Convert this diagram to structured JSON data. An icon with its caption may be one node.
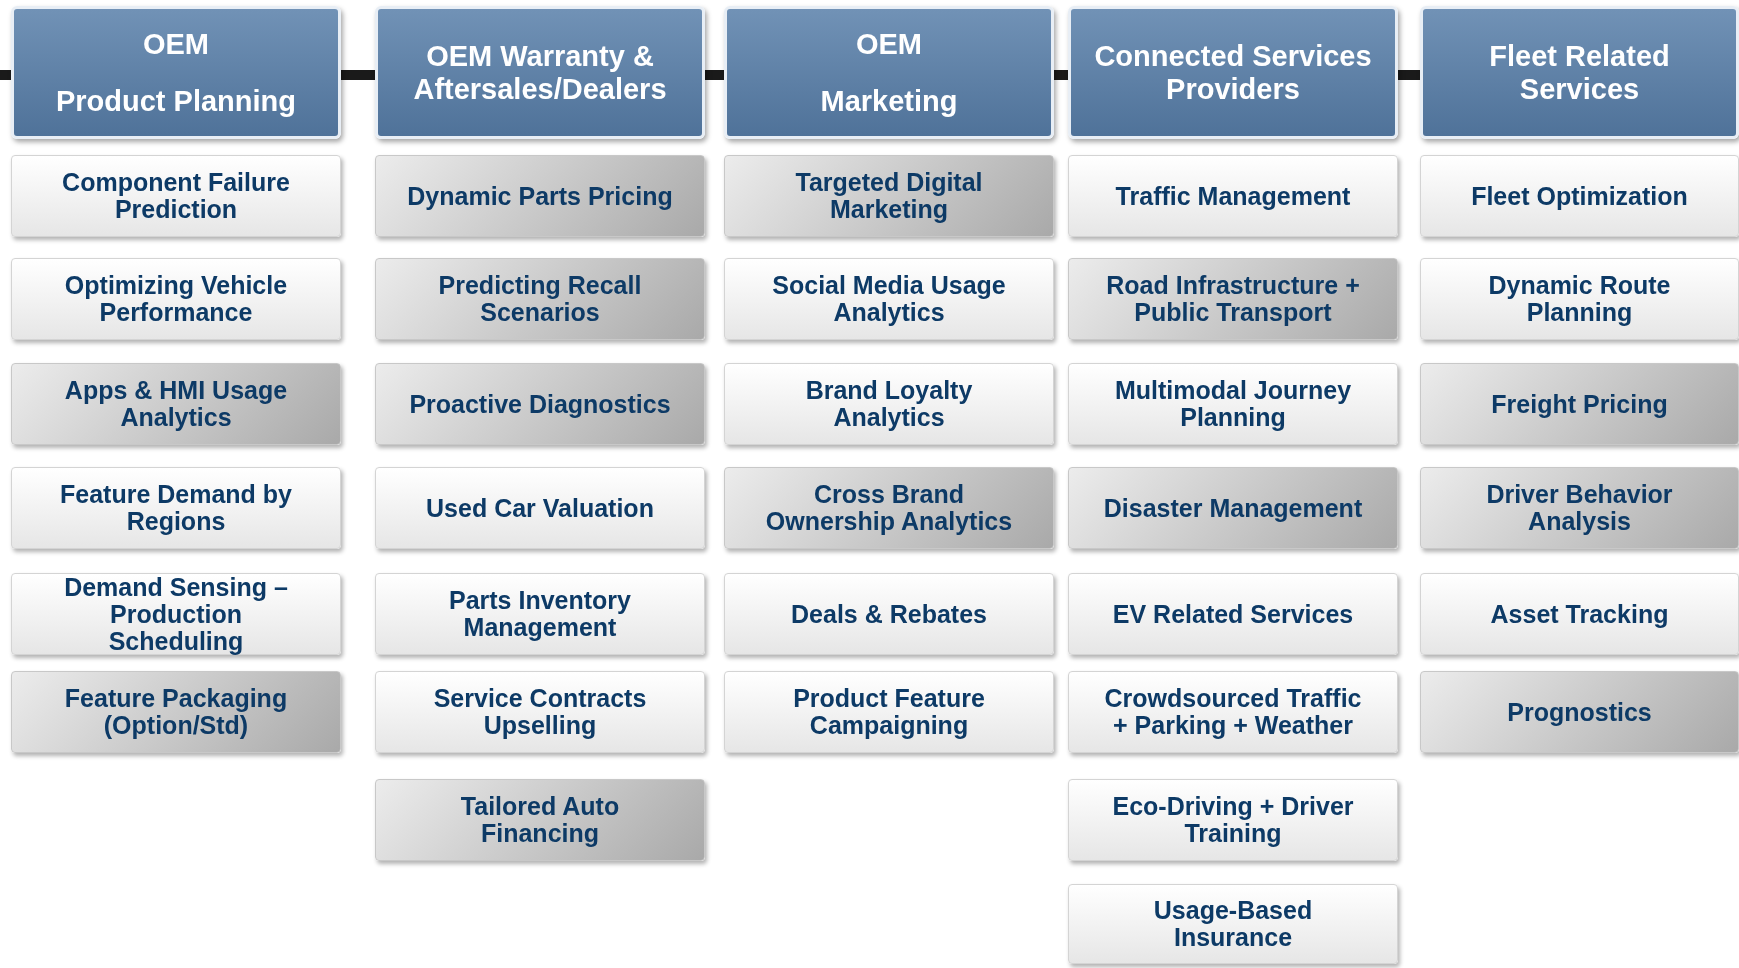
{
  "diagram": {
    "nodes": [
      {
        "text": [
          "OEM",
          "Product Planning"
        ]
      },
      {
        "text": [
          "Component Failure Prediction"
        ]
      },
      {
        "text": [
          "Optimizing Vehicle Performance"
        ]
      },
      {
        "text": [
          "Apps & HMI Usage Analytics"
        ]
      },
      {
        "text": [
          "Feature Demand by Regions"
        ]
      },
      {
        "text": [
          "Demand Sensing – Production Scheduling"
        ]
      },
      {
        "text": [
          "Feature Packaging (Option/Std)"
        ]
      },
      {
        "text": [
          "OEM Warranty & Aftersales/Dealers"
        ]
      },
      {
        "text": [
          "Dynamic Parts Pricing"
        ]
      },
      {
        "text": [
          "Predicting Recall Scenarios"
        ]
      },
      {
        "text": [
          "Proactive Diagnostics"
        ]
      },
      {
        "text": [
          "Used Car Valuation"
        ]
      },
      {
        "text": [
          "Parts Inventory Management"
        ]
      },
      {
        "text": [
          "Service Contracts Upselling"
        ]
      },
      {
        "text": [
          "Tailored Auto Financing"
        ]
      },
      {
        "text": [
          "OEM",
          "Marketing"
        ]
      },
      {
        "text": [
          "Targeted Digital Marketing"
        ]
      },
      {
        "text": [
          "Social Media Usage Analytics"
        ]
      },
      {
        "text": [
          "Brand Loyalty Analytics"
        ]
      },
      {
        "text": [
          "Cross Brand Ownership Analytics"
        ]
      },
      {
        "text": [
          "Deals & Rebates"
        ]
      },
      {
        "text": [
          "Product Feature Campaigning"
        ]
      },
      {
        "text": [
          "Connected Services Providers"
        ]
      },
      {
        "text": [
          "Traffic Management"
        ]
      },
      {
        "text": [
          "Road Infrastructure + Public Transport"
        ]
      },
      {
        "text": [
          "Multimodal Journey Planning"
        ]
      },
      {
        "text": [
          "Disaster Management"
        ]
      },
      {
        "text": [
          "EV Related Services"
        ]
      },
      {
        "text": [
          "Crowdsourced Traffic + Parking + Weather"
        ]
      },
      {
        "text": [
          "Eco-Driving + Driver Training"
        ]
      },
      {
        "text": [
          "Usage-Based Insurance"
        ]
      },
      {
        "text": [
          "Fleet Related Services"
        ]
      },
      {
        "text": [
          "Fleet Optimization"
        ]
      },
      {
        "text": [
          "Dynamic Route Planning"
        ]
      },
      {
        "text": [
          "Freight Pricing"
        ]
      },
      {
        "text": [
          "Driver Behavior Analysis"
        ]
      },
      {
        "text": [
          "Asset Tracking"
        ]
      },
      {
        "text": [
          "Prognostics"
        ]
      }
    ],
    "edges": [
      {
        "from": null,
        "to": 0,
        "arrow": "none"
      },
      {
        "from": 0,
        "to": 7,
        "arrow": "none"
      },
      {
        "from": 7,
        "to": 15,
        "arrow": "none"
      },
      {
        "from": 15,
        "to": 22,
        "arrow": "none"
      },
      {
        "from": 22,
        "to": 31,
        "arrow": "none"
      }
    ]
  }
}
